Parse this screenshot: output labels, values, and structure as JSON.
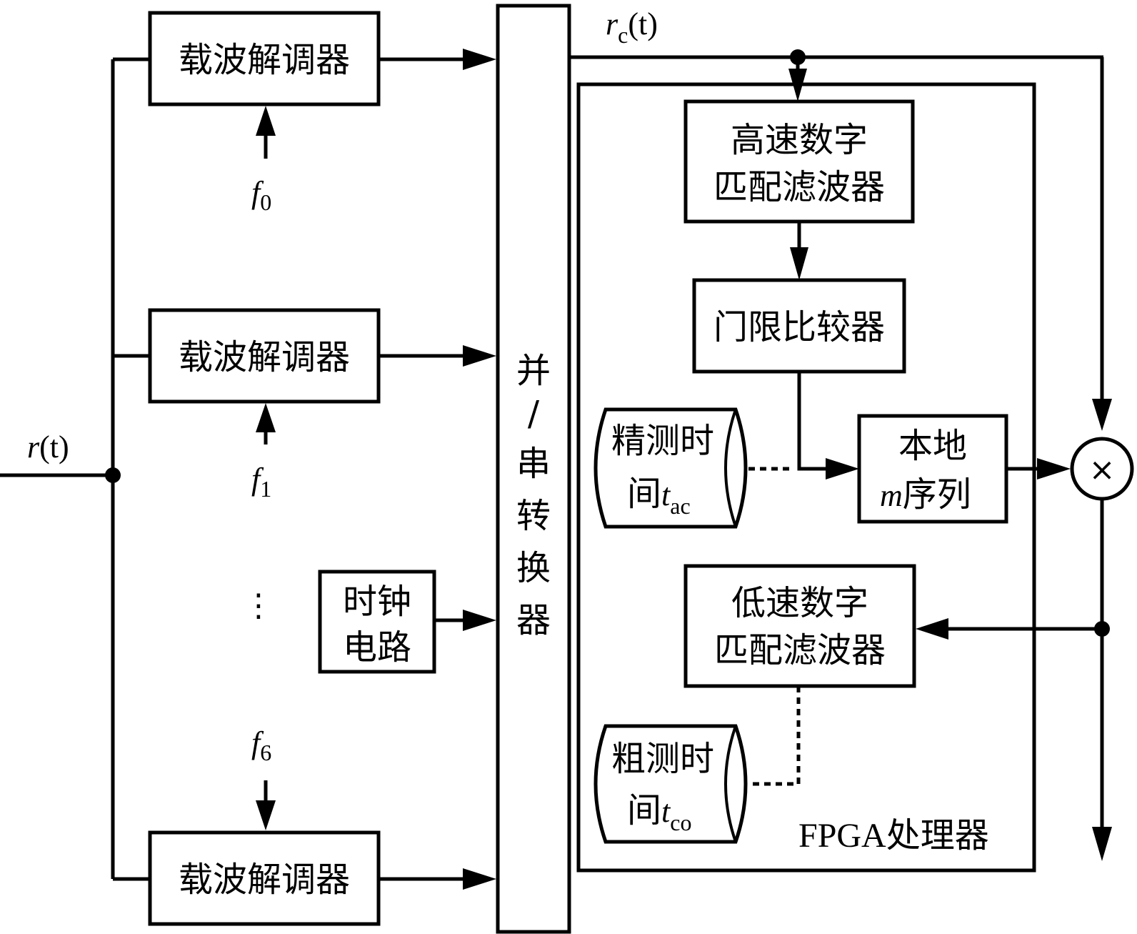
{
  "diagram": {
    "input_signal": {
      "symbol": "r",
      "arg": "(t)"
    },
    "output_signal": {
      "symbol": "r",
      "sub": "c",
      "arg": "(t)"
    },
    "demodulators": [
      {
        "label": "载波解调器",
        "freq_symbol": "f",
        "freq_sub": "0"
      },
      {
        "label": "载波解调器",
        "freq_symbol": "f",
        "freq_sub": "1"
      },
      {
        "label": "载波解调器",
        "freq_symbol": "f",
        "freq_sub": "6"
      }
    ],
    "ellipsis": "⋮",
    "clock": {
      "line1": "时钟",
      "line2": "电路"
    },
    "converter": {
      "chars": [
        "并",
        "/",
        "串",
        "转",
        "换",
        "器"
      ]
    },
    "fpga": {
      "label": "FPGA处理器",
      "high_speed_filter": {
        "line1": "高速数字",
        "line2": "匹配滤波器"
      },
      "threshold": {
        "label": "门限比较器"
      },
      "fine_time": {
        "line1": "精测时",
        "line2_prefix": "间",
        "var": "t",
        "sub": "ac"
      },
      "local_m": {
        "line1": "本地",
        "line2_var": "m",
        "line2": "序列"
      },
      "low_speed_filter": {
        "line1": "低速数字",
        "line2": "匹配滤波器"
      },
      "coarse_time": {
        "line1": "粗测时",
        "line2_prefix": "间",
        "var": "t",
        "sub": "co"
      }
    },
    "multiplier": {
      "symbol": "×"
    }
  }
}
